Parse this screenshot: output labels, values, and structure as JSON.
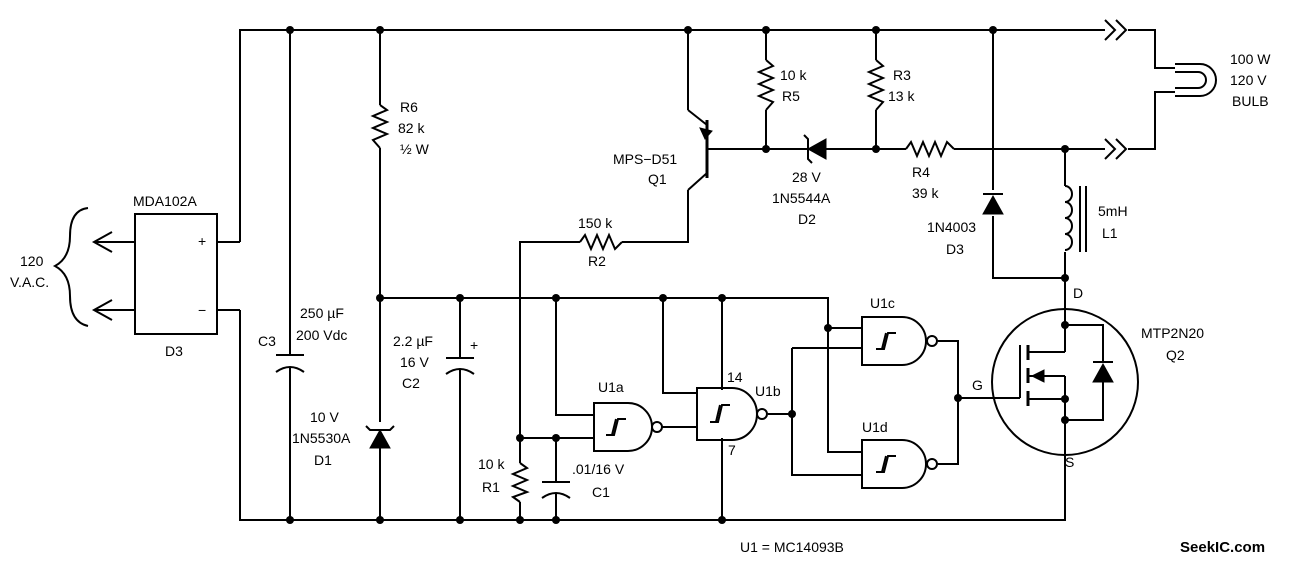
{
  "labels": {
    "bridge": "MDA102A",
    "bridge_plus": "+",
    "bridge_minus": "−",
    "bridge_ref": "D3",
    "input_v1": "120",
    "input_v2": "V.A.C.",
    "c3_ref": "C3",
    "c3_val1": "250 µF",
    "c3_val2": "200 Vdc",
    "r6_ref": "R6",
    "r6_val1": "82 k",
    "r6_val2": "½ W",
    "d1_val1": "10 V",
    "d1_val2": "1N5530A",
    "d1_ref": "D1",
    "c2_val1": "2.2 µF",
    "c2_val2": "16 V",
    "c2_ref": "C2",
    "c2_plus": "+",
    "q1_type": "MPS−D51",
    "q1_ref": "Q1",
    "r5_val": "10 k",
    "r5_ref": "R5",
    "r3_ref": "R3",
    "r3_val": "13 k",
    "d2_val1": "28 V",
    "d2_val2": "1N5544A",
    "d2_ref": "D2",
    "r4_ref": "R4",
    "r4_val": "39 k",
    "r2_val": "150 k",
    "r2_ref": "R2",
    "d3_type": "1N4003",
    "d3_ref": "D3",
    "l1_val": "5mH",
    "l1_ref": "L1",
    "bulb1": "100 W",
    "bulb2": "120 V",
    "bulb3": "BULB",
    "r1_val": "10 k",
    "r1_ref": "R1",
    "c1_val": ".01/16 V",
    "c1_ref": "C1",
    "u1a": "U1a",
    "u1b": "U1b",
    "u1c": "U1c",
    "u1d": "U1d",
    "pin14": "14",
    "pin7": "7",
    "q2_type": "MTP2N20",
    "q2_ref": "Q2",
    "drain": "D",
    "gate": "G",
    "source": "S",
    "u1_note": "U1 = MC14093B",
    "watermark": "SeekIC.com"
  }
}
